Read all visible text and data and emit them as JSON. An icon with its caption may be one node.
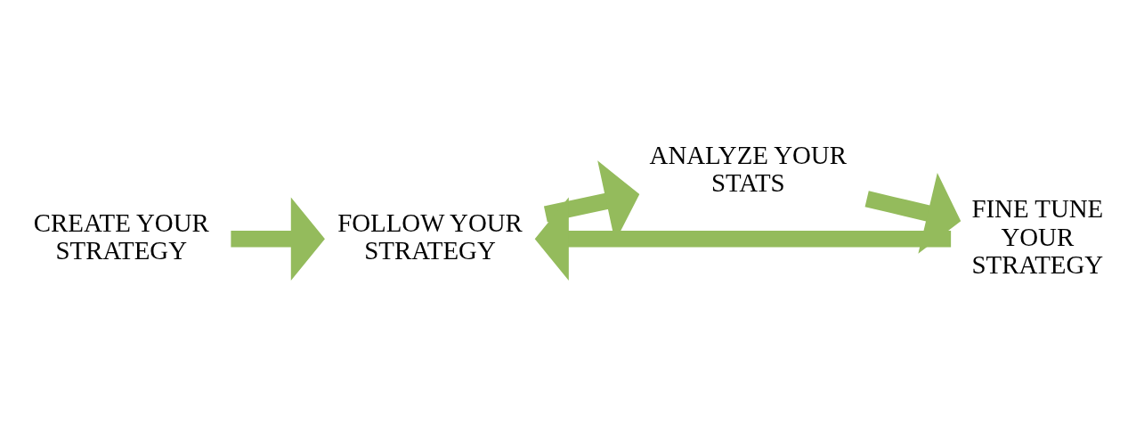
{
  "diagram": {
    "nodes": [
      {
        "text": [
          "CREATE YOUR STRATEGY"
        ]
      },
      {
        "text": [
          "FOLLOW YOUR STRATEGY"
        ]
      },
      {
        "text": [
          "ANALYZE YOUR STATS"
        ]
      },
      {
        "text": [
          "FINE TUNE YOUR STRATEGY"
        ]
      }
    ],
    "edges": [
      {
        "from": 0,
        "to": 1,
        "arrow": "to"
      },
      {
        "from": 1,
        "to": 2,
        "arrow": "to"
      },
      {
        "from": 2,
        "to": 3,
        "arrow": "to"
      },
      {
        "from": 3,
        "to": 1,
        "arrow": "to"
      }
    ]
  }
}
